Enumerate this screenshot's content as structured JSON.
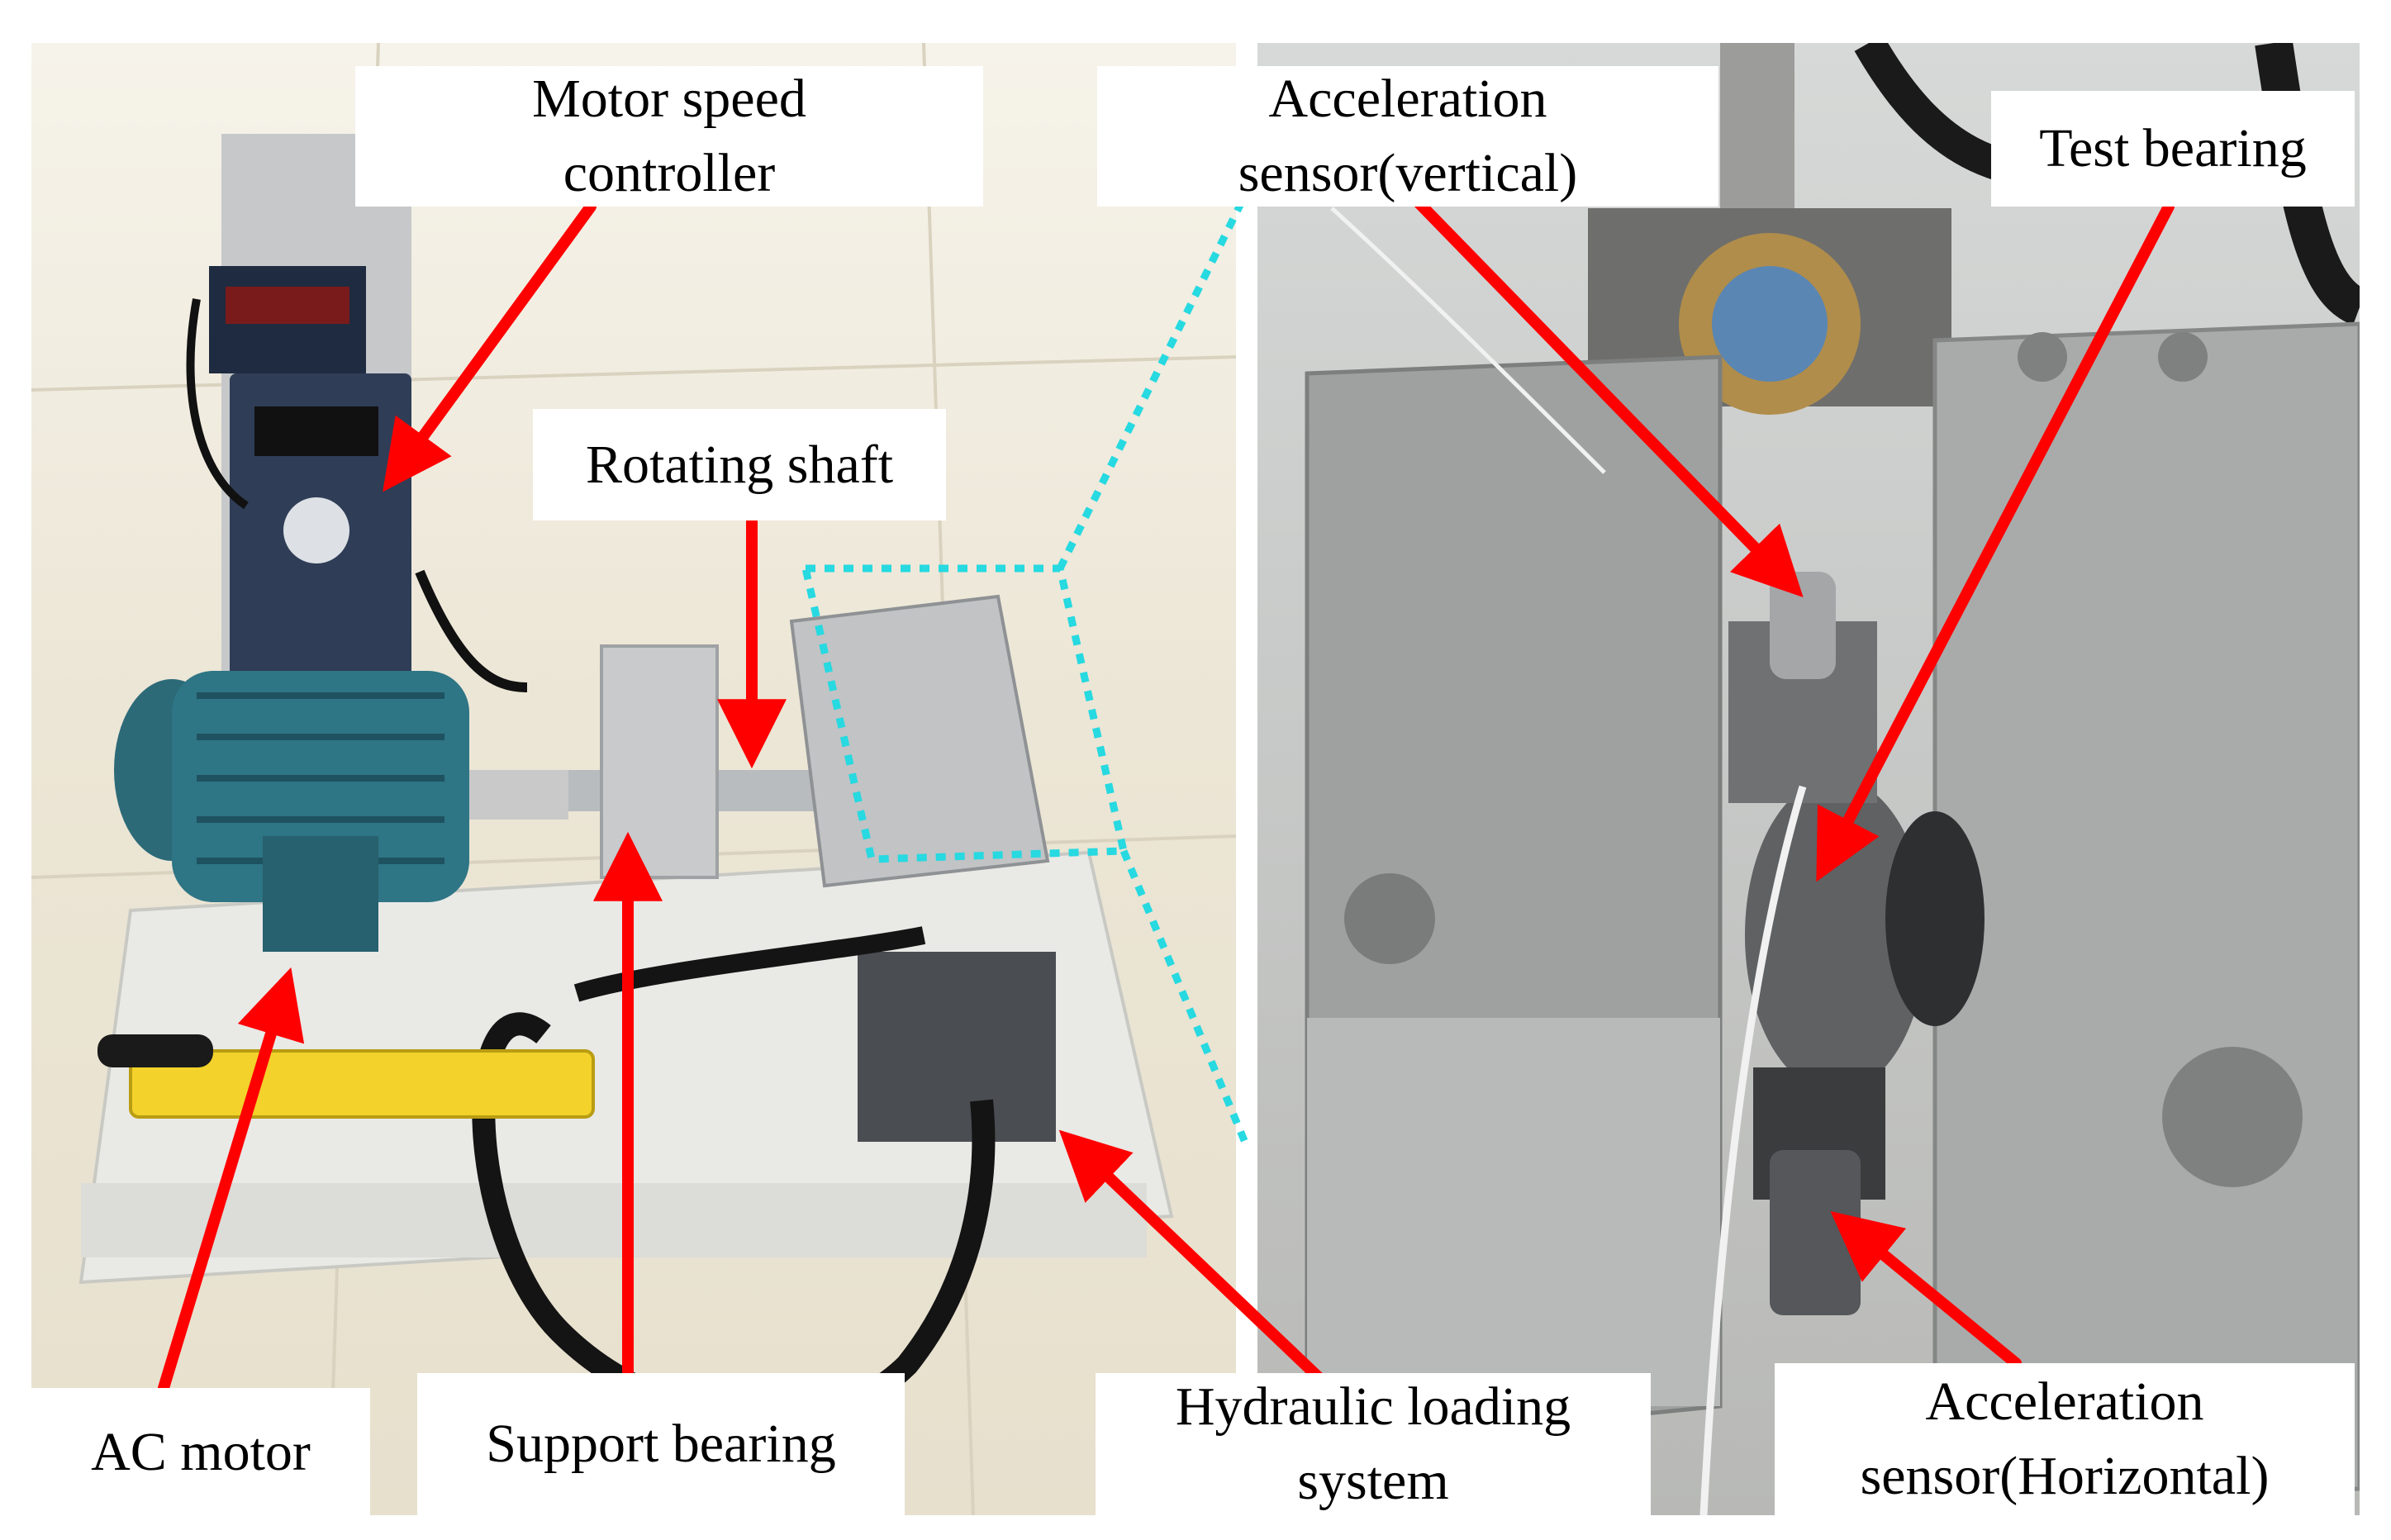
{
  "labels": {
    "motor_speed_controller": [
      "Motor speed",
      "controller"
    ],
    "rotating_shaft": "Rotating shaft",
    "acceleration_sensor_vertical": [
      "Acceleration",
      "sensor(vertical)"
    ],
    "test_bearing": "Test bearing",
    "ac_motor": "AC motor",
    "support_bearing": "Support bearing",
    "hydraulic_loading_system": [
      "Hydraulic loading",
      "system"
    ],
    "acceleration_sensor_horizontal": [
      "Acceleration",
      "sensor(Horizontal)"
    ]
  },
  "colors": {
    "arrow": "#ff0000",
    "zoom_outline": "#27d9e0",
    "label_background": "#ffffff",
    "label_text": "#000000"
  }
}
